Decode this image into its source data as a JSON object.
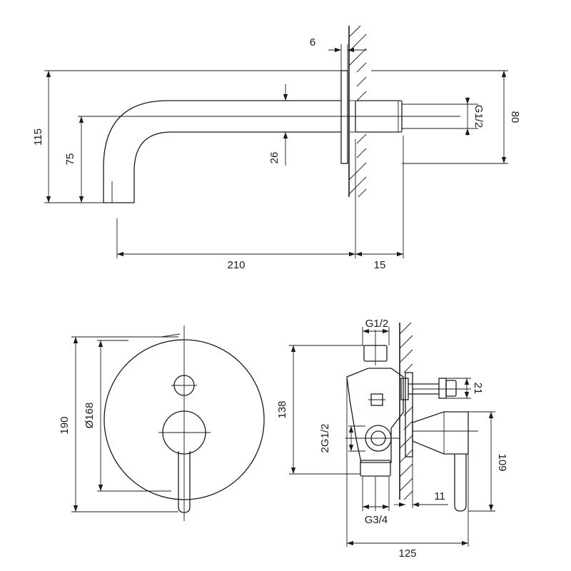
{
  "top_view": {
    "dims": {
      "wall_gap": "6",
      "total_height": "115",
      "spout_offset": "75",
      "pipe_thickness": "26",
      "thread": "G1/2",
      "plate_height": "80",
      "projection": "210",
      "wall_depth": "15"
    }
  },
  "front_view": {
    "dims": {
      "plate_outer": "190",
      "plate_inner": "Ø168"
    }
  },
  "side_view": {
    "dims": {
      "inlet_top": "G1/2",
      "body_height": "138",
      "outlet_thread": "2G1/2",
      "diverter": "21",
      "handle_offset": "109",
      "plate_gap": "11",
      "inlet_bottom": "G3/4",
      "total_depth": "125"
    }
  }
}
